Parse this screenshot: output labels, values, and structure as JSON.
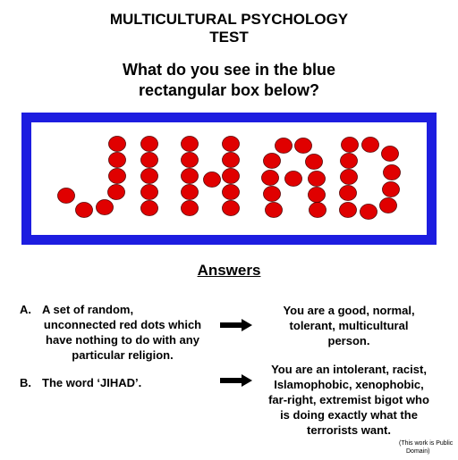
{
  "title": [
    "MULTICULTURAL PSYCHOLOGY",
    "TEST"
  ],
  "question": [
    "What do you see in the blue",
    "rectangular box below?"
  ],
  "answers_heading": "Answers",
  "options": [
    {
      "letter": "A.",
      "text": [
        "A set of random,",
        "unconnected red dots which",
        "have nothing to do with any",
        "particular religion."
      ],
      "result": [
        "You are a good, normal,",
        "tolerant, multicultural",
        "person."
      ]
    },
    {
      "letter": "B.",
      "text": [
        "The word  ‘JIHAD’."
      ],
      "result": [
        "You are an intolerant, racist,",
        "Islamophobic, xenophobic,",
        "far-right, extremist bigot who",
        "is doing exactly what the",
        "terrorists want."
      ]
    }
  ],
  "footnote": [
    "(This work is Public",
    "Domain)"
  ],
  "colors": {
    "box_border": "#1d1de0",
    "dot_fill": "#e00000",
    "dot_stroke": "#550000"
  },
  "icons": {
    "arrow": "right-arrow-icon"
  }
}
